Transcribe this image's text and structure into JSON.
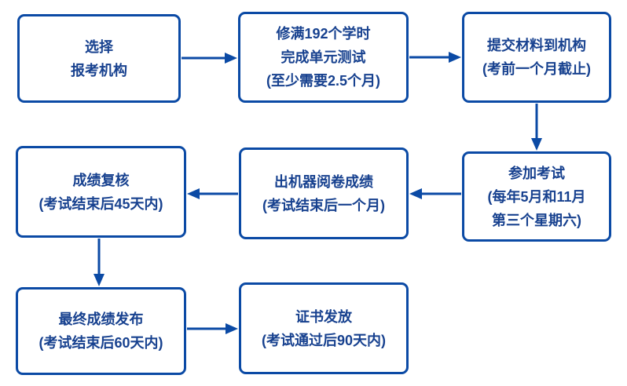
{
  "colors": {
    "line_blue": "#0b4aa5",
    "text_blue": "#17418f",
    "background": "#ffffff"
  },
  "diagram": {
    "type": "flowchart",
    "nodes": [
      {
        "id": "choose-institution",
        "lines": [
          "选择",
          "报考机构"
        ]
      },
      {
        "id": "complete-hours",
        "lines": [
          "修满192个学时",
          "完成单元测试",
          "(至少需要2.5个月)"
        ]
      },
      {
        "id": "submit-materials",
        "lines": [
          "提交材料到机构",
          "(考前一个月截止)"
        ]
      },
      {
        "id": "take-exam",
        "lines": [
          "参加考试",
          "(每年5月和11月",
          "第三个星期六)"
        ]
      },
      {
        "id": "machine-score",
        "lines": [
          "出机器阅卷成绩",
          "(考试结束后一个月)"
        ]
      },
      {
        "id": "score-review",
        "lines": [
          "成绩复核",
          "(考试结束后45天内)"
        ]
      },
      {
        "id": "final-score",
        "lines": [
          "最终成绩发布",
          "(考试结束后60天内)"
        ]
      },
      {
        "id": "certificate",
        "lines": [
          "证书发放",
          "(考试通过后90天内)"
        ]
      }
    ],
    "edges": [
      {
        "from": "choose-institution",
        "to": "complete-hours",
        "direction": "right"
      },
      {
        "from": "complete-hours",
        "to": "submit-materials",
        "direction": "right"
      },
      {
        "from": "submit-materials",
        "to": "take-exam",
        "direction": "down"
      },
      {
        "from": "take-exam",
        "to": "machine-score",
        "direction": "left"
      },
      {
        "from": "machine-score",
        "to": "score-review",
        "direction": "left"
      },
      {
        "from": "score-review",
        "to": "final-score",
        "direction": "down"
      },
      {
        "from": "final-score",
        "to": "certificate",
        "direction": "right"
      }
    ]
  }
}
